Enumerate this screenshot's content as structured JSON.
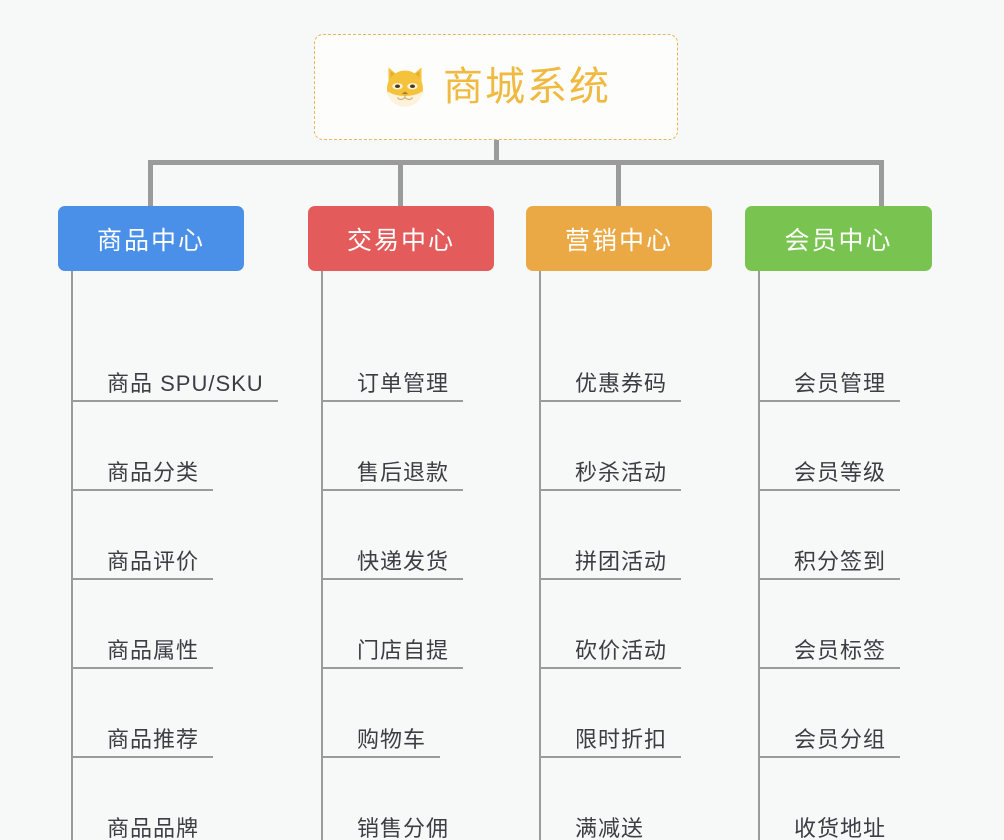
{
  "page": {
    "background_color": "#f7f8f8",
    "connector_color": "#9b9b9b"
  },
  "root": {
    "title": "商城系统",
    "icon": "shiba-dog-face-icon",
    "text_color": "#f0b93f",
    "border_color": "#eab55a"
  },
  "categories": [
    {
      "label": "商品中心",
      "color": "#4a90e8",
      "items": [
        "商品 SPU/SKU",
        "商品分类",
        "商品评价",
        "商品属性",
        "商品推荐",
        "商品品牌"
      ]
    },
    {
      "label": "交易中心",
      "color": "#e35b5b",
      "items": [
        "订单管理",
        "售后退款",
        "快递发货",
        "门店自提",
        "购物车",
        "销售分佣"
      ]
    },
    {
      "label": "营销中心",
      "color": "#eaa945",
      "items": [
        "优惠券码",
        "秒杀活动",
        "拼团活动",
        "砍价活动",
        "限时折扣",
        "满减送"
      ]
    },
    {
      "label": "会员中心",
      "color": "#79c350",
      "items": [
        "会员管理",
        "会员等级",
        "积分签到",
        "会员标签",
        "会员分组",
        "收货地址"
      ]
    }
  ]
}
